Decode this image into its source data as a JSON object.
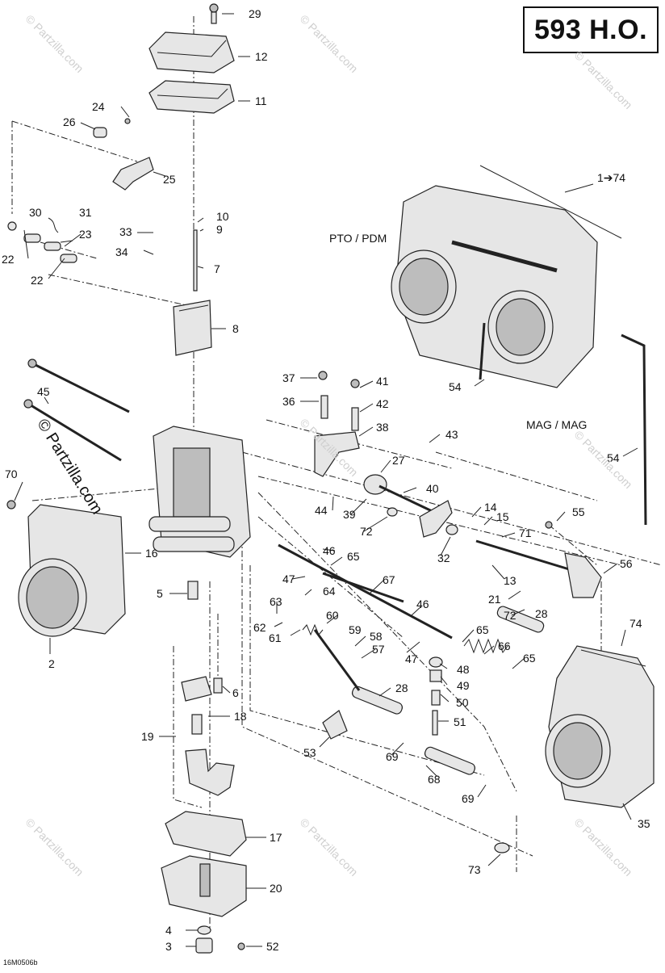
{
  "title": "593 H.O.",
  "watermark": "© Partzilla.com",
  "drawing_code": "16M0506b",
  "group_labels": {
    "pto": "PTO / PDM",
    "mag": "MAG / MAG",
    "assembly": "1➔74"
  },
  "callouts": [
    "29",
    "12",
    "11",
    "24",
    "26",
    "25",
    "30",
    "31",
    "23",
    "22",
    "22",
    "33",
    "10",
    "9",
    "34",
    "7",
    "8",
    "45",
    "70",
    "16",
    "2",
    "5",
    "6",
    "18",
    "19",
    "17",
    "20",
    "4",
    "3",
    "52",
    "37",
    "41",
    "36",
    "42",
    "38",
    "43",
    "27",
    "40",
    "44",
    "39",
    "72",
    "14",
    "15",
    "71",
    "55",
    "32",
    "46",
    "65",
    "56",
    "47",
    "64",
    "67",
    "13",
    "21",
    "72",
    "63",
    "46",
    "28",
    "74",
    "62",
    "60",
    "59",
    "58",
    "61",
    "57",
    "65",
    "66",
    "47",
    "48",
    "49",
    "65",
    "28",
    "50",
    "51",
    "53",
    "69",
    "68",
    "69",
    "35",
    "73",
    "54",
    "54"
  ],
  "colors": {
    "ink": "#111111",
    "part_fill": "#e6e6e6",
    "watermark": "#cfcfcf"
  }
}
